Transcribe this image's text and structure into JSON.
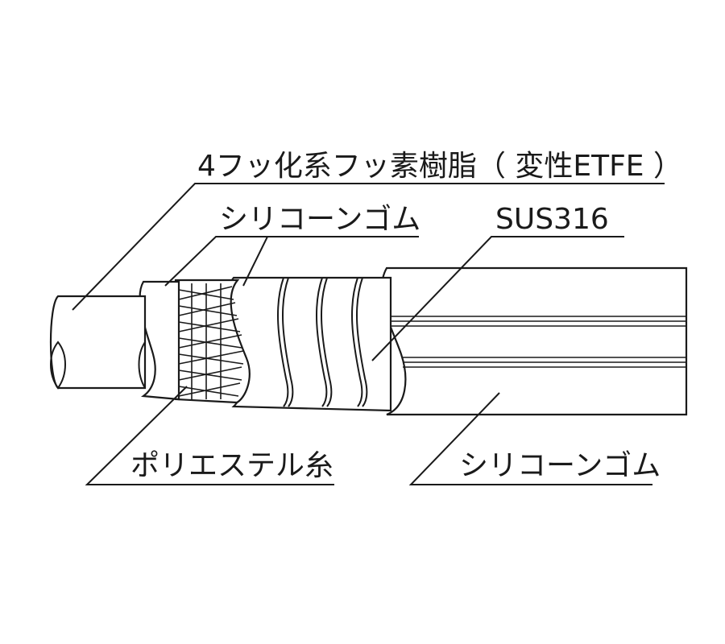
{
  "labels": {
    "etfe": "4フッ化系フッ素樹脂（ 変性ETFE ）",
    "silicone_inner": "シリコーンゴム",
    "sus": "SUS316",
    "polyester": "ポリエステル糸",
    "silicone_outer": "シリコーンゴム"
  }
}
